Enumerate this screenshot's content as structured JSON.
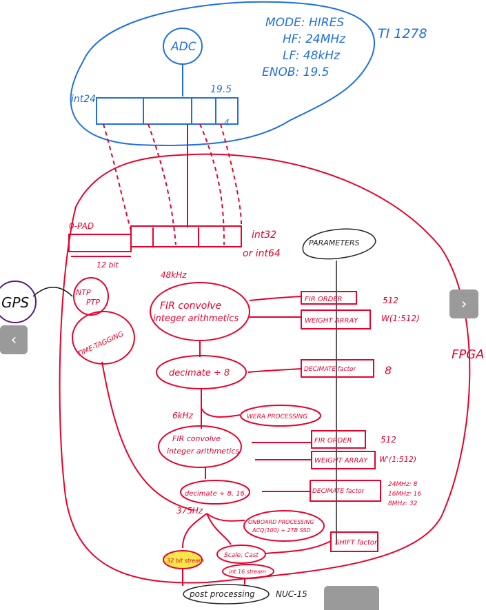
{
  "adc": {
    "label": "ADC",
    "chip": "TI 1278",
    "mode": "MODE: HIRES",
    "hf": "HF: 24MHz",
    "lf": "LF: 48kHz",
    "enob": "ENOB: 19.5",
    "int24": "int24",
    "bits195": "19.5",
    "marker4": "4"
  },
  "fpga": {
    "label": "FPGA",
    "zero_pad": "0-PAD",
    "bits12": "12 bit",
    "int32": "int32",
    "or_int64": "or int64",
    "rate48": "48kHz",
    "rate6": "6kHz",
    "rate375": "375Hz"
  },
  "gps": {
    "label": "GPS",
    "ntp": "NTP",
    "ptp": "PTP",
    "timetagging": "TIME-TAGGING"
  },
  "nodes": {
    "fir1_a": "FIR convolve",
    "fir1_b": "integer arithmetics",
    "decimate1": "decimate ÷ 8",
    "wera": "WERA PROCESSING",
    "fir2_a": "FIR convolve",
    "fir2_b": "integer arithmetics",
    "decimate2": "decimate ÷ 8, 16..",
    "onboard_a": "ONBOARD PROCESSING",
    "onboard_b": "ACQ(100) + 2TB SSD",
    "stream32": "32 bit stream",
    "scale": "Scale, Cast",
    "stream16": "int 16 stream",
    "post": "post processing",
    "nuc": "NUC-15"
  },
  "params": {
    "label": "PARAMETERS",
    "fir_order1": "FIR ORDER",
    "fir_order1_val": "512",
    "weights1": "WEIGHT ARRAY",
    "weights1_val": "W(1:512)",
    "decim1": "DECIMATE factor",
    "decim1_val": "8",
    "fir_order2": "FIR ORDER",
    "fir_order2_val": "512",
    "weights2": "WEIGHT ARRAY",
    "weights2_val": "W'(1:512)",
    "decim2": "DECIMATE factor",
    "decim2_v1": "24MHz: 8",
    "decim2_v2": "16MHz: 16",
    "decim2_v3": "8MHz: 32",
    "shift": "SHIFT factor"
  },
  "viewer": {
    "next": "›",
    "prev": "‹"
  }
}
